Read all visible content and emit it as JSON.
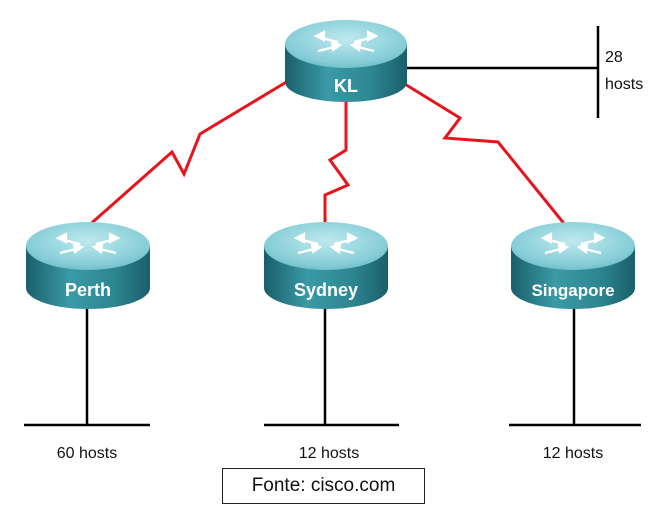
{
  "routers": {
    "kl": {
      "label": "KL"
    },
    "perth": {
      "label": "Perth"
    },
    "sydney": {
      "label": "Sydney"
    },
    "singapore": {
      "label": "Singapore"
    }
  },
  "lans": {
    "kl": {
      "line1": "28",
      "line2": "hosts"
    },
    "perth": {
      "label": "60 hosts"
    },
    "sydney": {
      "label": "12 hosts"
    },
    "singapore": {
      "label": "12 hosts"
    }
  },
  "caption": "Fonte: cisco.com",
  "colors": {
    "wan_link": "#e8141c",
    "lan_line": "#000000",
    "router_top": "#8fd3dc",
    "router_side": "#2f8996",
    "router_side_dark": "#1d6873",
    "router_label": "#ffffff"
  },
  "icons": {
    "router": "router-icon"
  }
}
